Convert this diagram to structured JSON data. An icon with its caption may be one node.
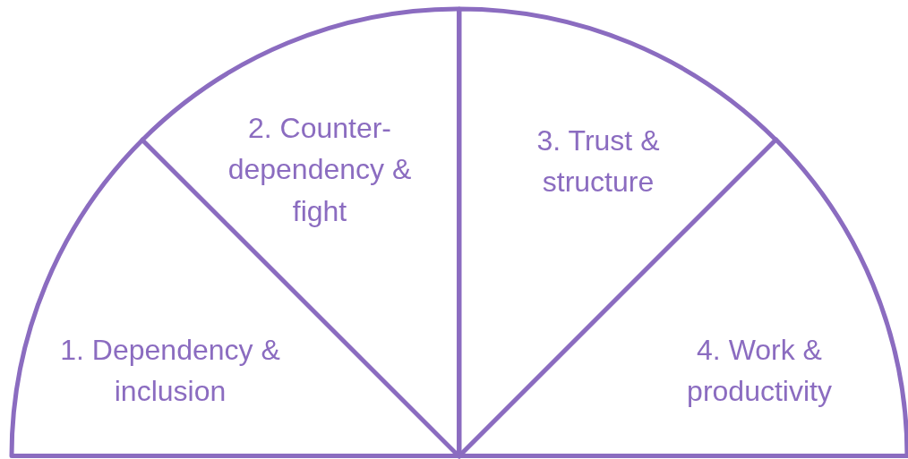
{
  "diagram": {
    "nodes": [
      {
        "text": [
          "1. Dependency & inclusion"
        ]
      },
      {
        "text": [
          "2. Counter-dependency & fight"
        ]
      },
      {
        "text": [
          "3. Trust & structure"
        ]
      },
      {
        "text": [
          "4. Work & productivity"
        ]
      }
    ]
  }
}
